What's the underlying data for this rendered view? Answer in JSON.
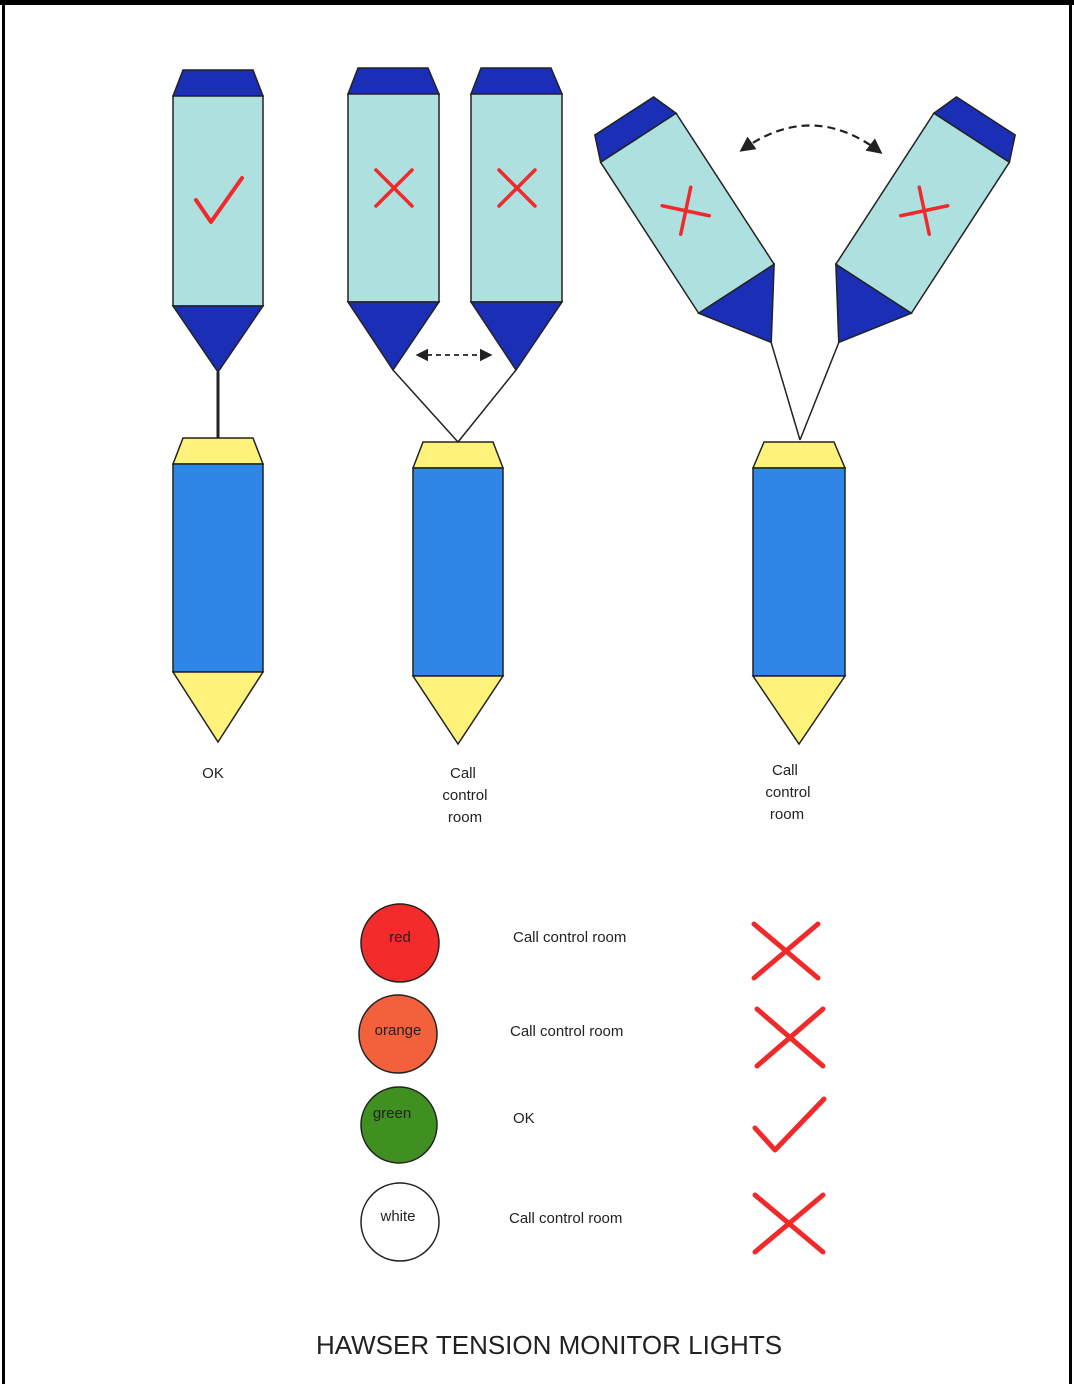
{
  "scenarios": [
    {
      "status": "ok",
      "caption": [
        "OK"
      ]
    },
    {
      "status": "x",
      "caption": [
        "Call",
        "control",
        "room"
      ]
    },
    {
      "status": "x",
      "caption": [
        "Call",
        "control",
        "room"
      ]
    }
  ],
  "legend": [
    {
      "lamp_label": "red",
      "lamp_color": "#f42b2b",
      "action": "Call control room",
      "status": "x"
    },
    {
      "lamp_label": "orange",
      "lamp_color": "#f2603c",
      "action": "Call control room",
      "status": "x"
    },
    {
      "lamp_label": "green",
      "lamp_color": "#3f8f21",
      "action": "OK",
      "status": "ok"
    },
    {
      "lamp_label": "white",
      "lamp_color": "#ffffff",
      "action": "Call control room",
      "status": "x"
    }
  ],
  "title": "HAWSER TENSION MONITOR LIGHTS",
  "colors": {
    "vessel_body": "#aee0e0",
    "vessel_cap": "#1a2fb5",
    "buoy_body": "#2f86e6",
    "buoy_cap": "#fff27a",
    "mark": "#f02a2a",
    "outline": "#222222"
  }
}
